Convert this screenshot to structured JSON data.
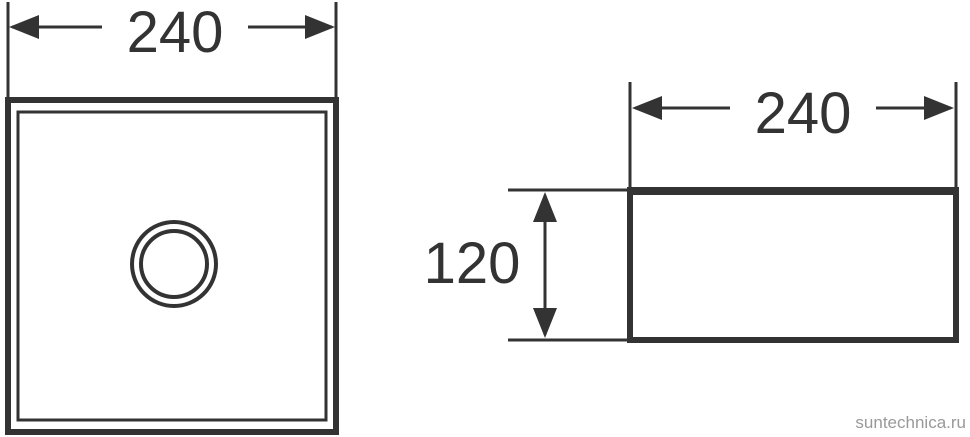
{
  "top_view": {
    "width_label": "240"
  },
  "side_view": {
    "width_label": "240",
    "height_label": "120"
  },
  "watermark": "suntechnica.ru"
}
